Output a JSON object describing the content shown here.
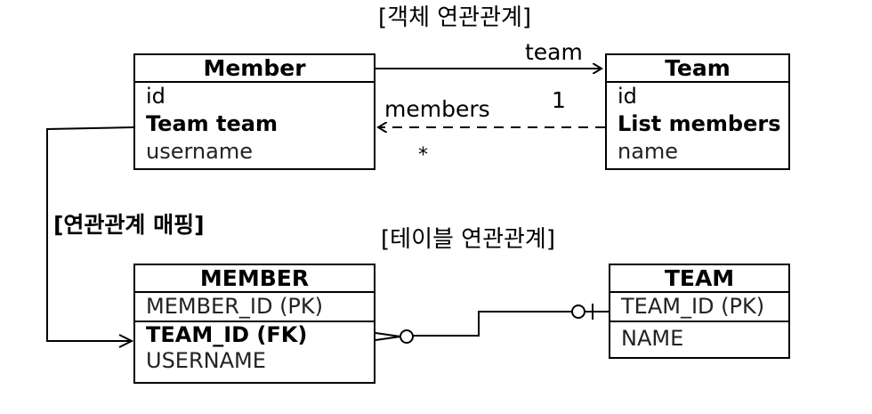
{
  "object_section": {
    "title": "[객체 연관관계]",
    "member": {
      "name": "Member",
      "fields": [
        "id",
        "Team team",
        "username"
      ]
    },
    "team": {
      "name": "Team",
      "fields": [
        "id",
        "List members",
        "name"
      ]
    },
    "assoc_team_label": "team",
    "assoc_team_mult": "1",
    "assoc_members_label": "members",
    "assoc_members_mult": "*"
  },
  "mapping_label": "[연관관계 매핑]",
  "table_section": {
    "title": "[테이블 연관관계]",
    "member_table": {
      "name": "MEMBER",
      "columns": [
        "MEMBER_ID (PK)",
        "TEAM_ID (FK)",
        "USERNAME"
      ]
    },
    "team_table": {
      "name": "TEAM",
      "columns": [
        "TEAM_ID (PK)",
        "NAME"
      ]
    }
  }
}
